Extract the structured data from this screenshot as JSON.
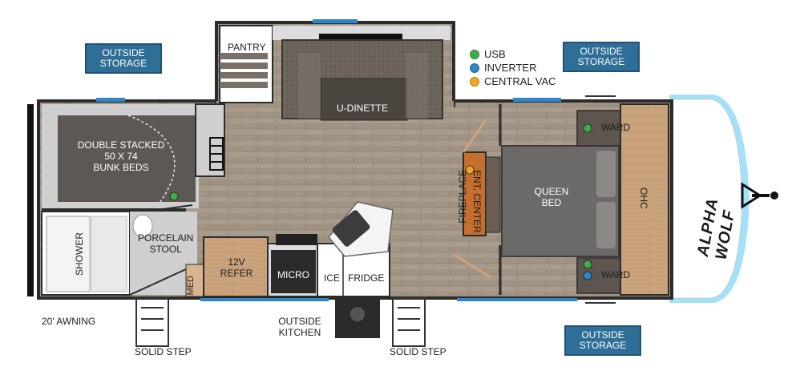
{
  "tags": {
    "outside_storage_left": [
      "OUTSIDE",
      "STORAGE"
    ],
    "outside_storage_right_top": [
      "OUTSIDE",
      "STORAGE"
    ],
    "outside_storage_right_bottom": [
      "OUTSIDE",
      "STORAGE"
    ]
  },
  "legend": [
    {
      "label": "USB",
      "color": "#3fae49"
    },
    {
      "label": "INVERTER",
      "color": "#2f87c8"
    },
    {
      "label": "CENTRAL VAC",
      "color": "#f0a81c"
    }
  ],
  "rooms": {
    "pantry": "PANTRY",
    "u_dinette": "U-DINETTE",
    "bunk_beds": [
      "DOUBLE STACKED",
      "50 X 74",
      "BUNK BEDS"
    ],
    "shower": "SHOWER",
    "porcelain_stool": [
      "PORCELAIN",
      "STOOL"
    ],
    "refer": [
      "12V",
      "REFER"
    ],
    "micro": "MICRO",
    "ice": "ICE",
    "fridge": "FRIDGE",
    "med": "MED",
    "ent_center": "ENT. CENTER",
    "fireplace": "FIREPLACE",
    "queen_bed": [
      "QUEEN",
      "BED"
    ],
    "ward_top": "WARD",
    "ward_bottom": "WARD",
    "ohc": "OHC"
  },
  "exterior": {
    "awning": "20' AWNING",
    "outside_kitchen": [
      "OUTSIDE",
      "KITCHEN"
    ],
    "solid_step_left": "SOLID STEP",
    "solid_step_right": "SOLID STEP"
  },
  "brand": "ALPHA WOLF"
}
